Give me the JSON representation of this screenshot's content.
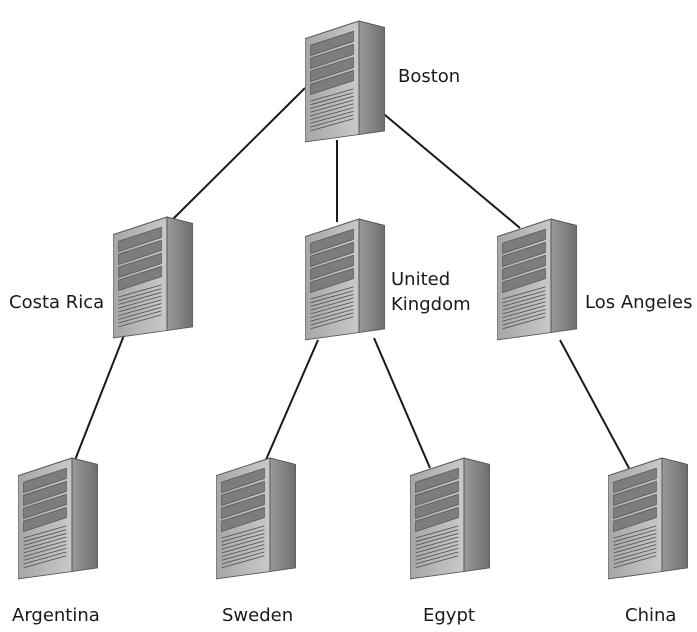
{
  "nodes": {
    "boston": "Boston",
    "costa_rica": "Costa Rica",
    "uk_line1": "United",
    "uk_line2": "Kingdom",
    "los_angeles": "Los Angeles",
    "argentina": "Argentina",
    "sweden": "Sweden",
    "egypt": "Egypt",
    "china": "China"
  },
  "icon": "server-tower-icon"
}
